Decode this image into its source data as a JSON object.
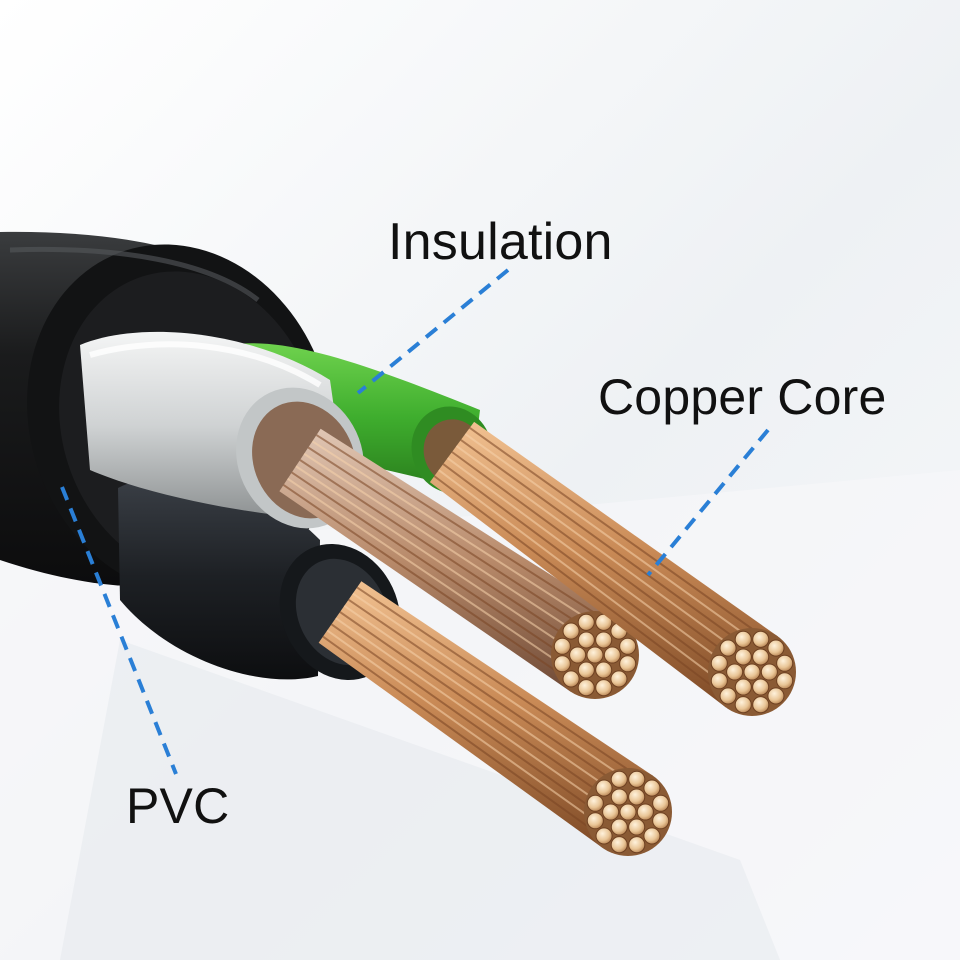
{
  "diagram": {
    "labels": {
      "insulation": "Insulation",
      "copper_core": "Copper Core",
      "pvc": "PVC"
    },
    "colors": {
      "background": "#f3f5f8",
      "sheath": "#151617",
      "insulation_white": "#d9dcdd",
      "insulation_green": "#3fae2e",
      "insulation_black": "#1d2024",
      "copper": "#c98a56",
      "leader_line": "#2a7fd6"
    },
    "leader_style": "dashed"
  }
}
